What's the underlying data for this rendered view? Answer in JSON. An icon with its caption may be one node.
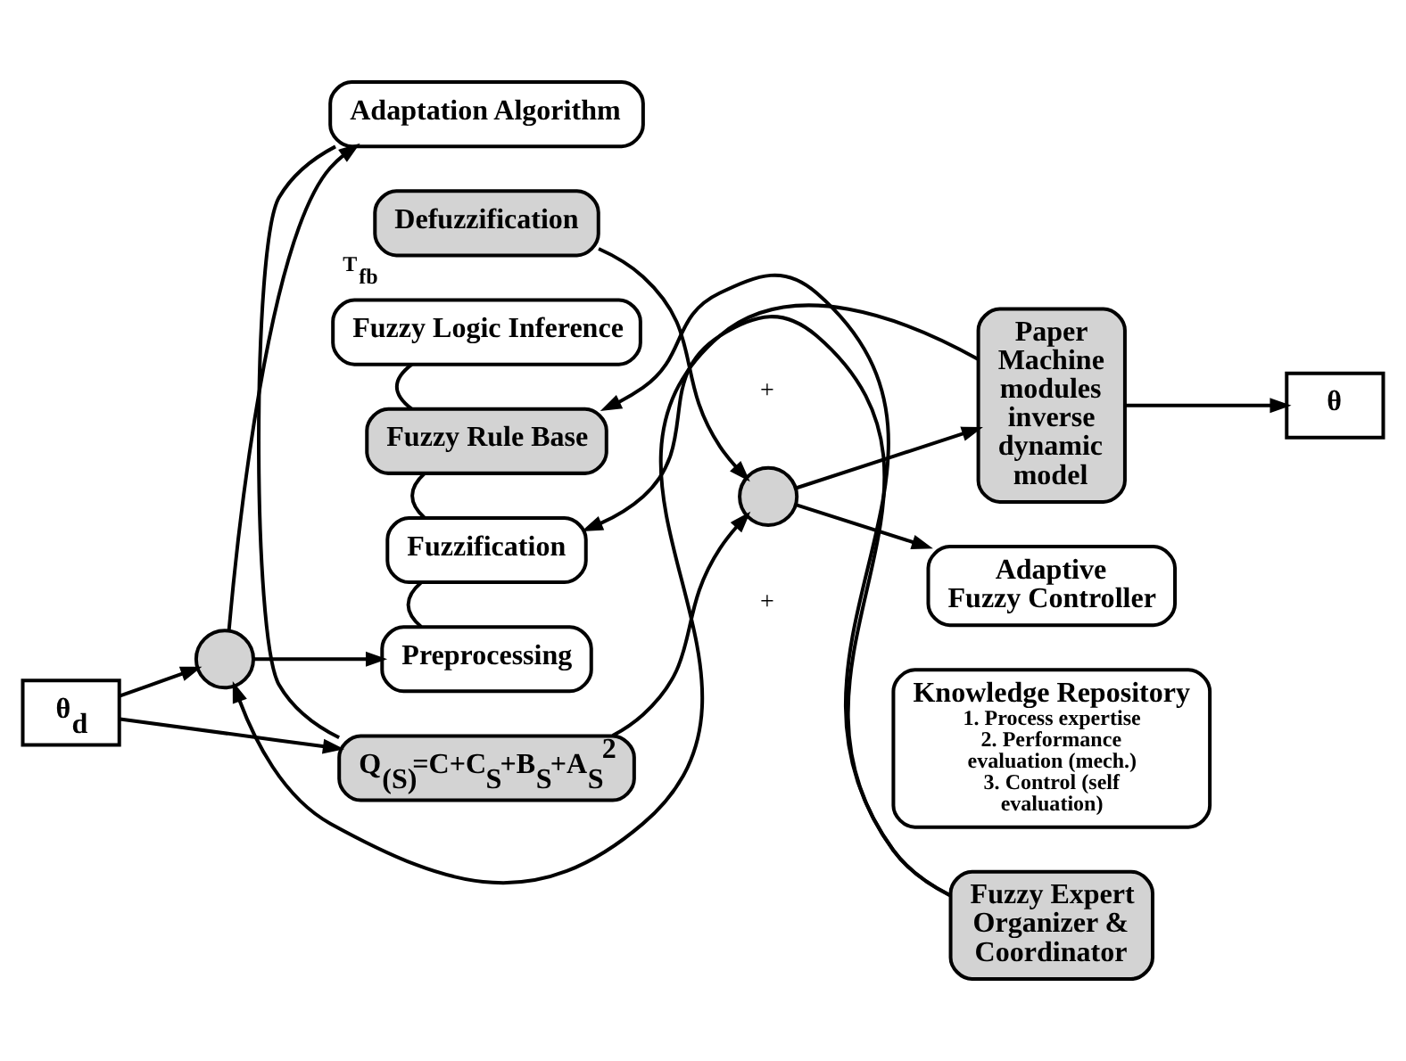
{
  "diagram": {
    "nodes": [
      {
        "text": [
          "Q$_{(S)}$=C+C$_{S}$+B$_{S}$+A$_{S}$$^{2}$"
        ]
      },
      {
        "text": [
          "Adaptation Algorithm"
        ]
      },
      {
        "text": [
          "Defuzzification"
        ],
        "beside": [
          "T$_{fb}$"
        ]
      },
      {
        "text": [],
        "shape": "circle"
      },
      {
        "text": [
          "Paper Machine modules inverse dynamic model"
        ]
      },
      {
        "text": [
          "θ"
        ]
      },
      {
        "text": [
          "Adaptive",
          "Fuzzy Controller"
        ]
      },
      {
        "text": [
          "Fuzzy Logic Inference"
        ]
      },
      {
        "text": [
          "Fuzzy Rule Base"
        ]
      },
      {
        "text": [
          "Fuzzification"
        ]
      },
      {
        "text": [
          "θ$_{d}$"
        ]
      },
      {
        "text": [],
        "shape": "circle"
      },
      {
        "text": [
          "Preprocessing"
        ]
      },
      {
        "text": [
          "Knowledge Repository",
          "1. Process expertise",
          "2. Performance evaluation (mech.)",
          "3. Control (self evaluation)"
        ]
      },
      {
        "text": [
          "Fuzzy Expert Organizer & Coordinator"
        ]
      }
    ],
    "edges": [
      {
        "from": 10,
        "to": 3,
        "arrow": "to"
      },
      {
        "from": 10,
        "to": 0,
        "arrow": "to"
      },
      {
        "from": 3,
        "to": 12,
        "arrow": "to"
      },
      {
        "from": 3,
        "to": 1,
        "arrow": "to"
      },
      {
        "from": 1,
        "to": 0,
        "arrow": "none"
      },
      {
        "from": 0,
        "to": 11,
        "arrow": "to"
      },
      {
        "from": 2,
        "to": 11,
        "arrow": "to"
      },
      {
        "from": 11,
        "to": 4,
        "arrow": "to"
      },
      {
        "from": 11,
        "to": 6,
        "arrow": "to"
      },
      {
        "from": 4,
        "to": 5,
        "arrow": "to"
      },
      {
        "from": 4,
        "to": 3,
        "arrow": "to"
      },
      {
        "from": 7,
        "to": 8,
        "arrow": "none"
      },
      {
        "from": 8,
        "to": 9,
        "arrow": "none"
      },
      {
        "from": 9,
        "to": 12,
        "arrow": "none"
      },
      {
        "from": 14,
        "to": 8,
        "arrow": "to"
      },
      {
        "from": 14,
        "to": 9,
        "arrow": "to"
      }
    ],
    "labels": [
      "+",
      "+"
    ]
  }
}
